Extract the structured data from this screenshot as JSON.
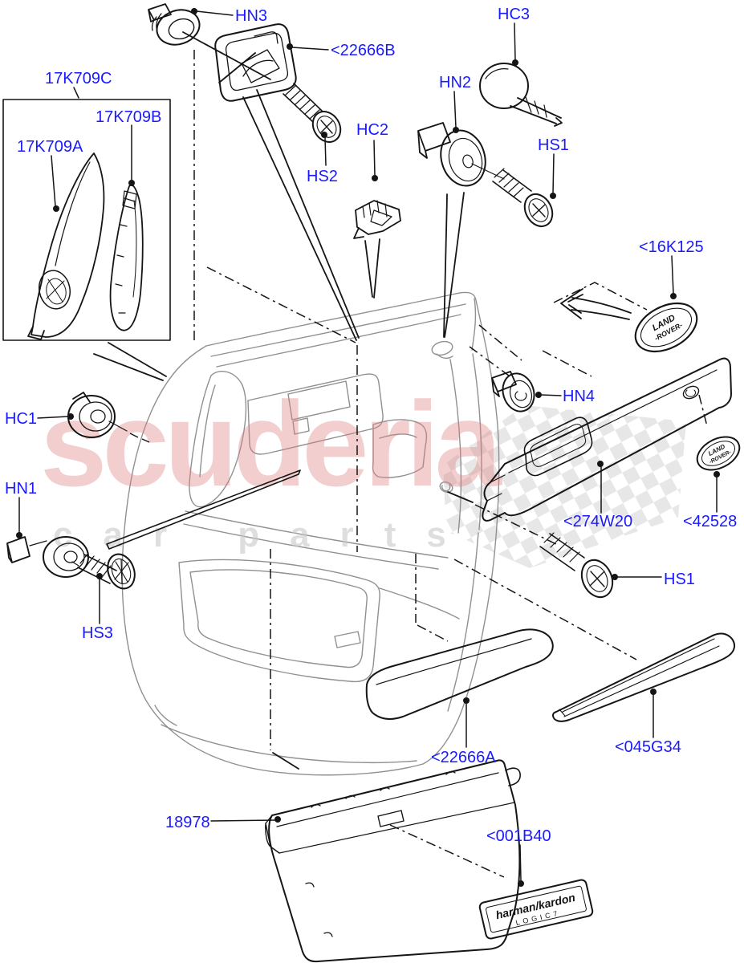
{
  "diagram": {
    "watermark": {
      "brand": "scuderia",
      "subtitle": "car parts"
    },
    "labels": {
      "hn3": "HN3",
      "c22666b": "<22666B",
      "hs2": "HS2",
      "hc2": "HC2",
      "hc3": "HC3",
      "hn2": "HN2",
      "hs1_upper": "HS1",
      "k16k125": "<16K125",
      "k17k709c": "17K709C",
      "k17k709b": "17K709B",
      "k17k709a": "17K709A",
      "hc1": "HC1",
      "hn1": "HN1",
      "hs3": "HS3",
      "hn4": "HN4",
      "c274w20": "<274W20",
      "c42528": "<42528",
      "hs1_lower": "HS1",
      "c22666a": "<22666A",
      "c045g34": "<045G34",
      "n18978": "18978",
      "c001b40": "<001B40"
    },
    "badges": {
      "land_rover_top": "LAND",
      "land_rover_bottom": "-ROVER-",
      "audio_brand": "harman/kardon",
      "audio_model": "LOGIC7"
    },
    "colors": {
      "label_blue": "#1a1aff",
      "watermark_pink": "#de7d7d",
      "watermark_gray": "#c8c8c8",
      "line_gray": "#909090",
      "line_black": "#151515",
      "checker_gray": "#e6e6e6"
    }
  }
}
